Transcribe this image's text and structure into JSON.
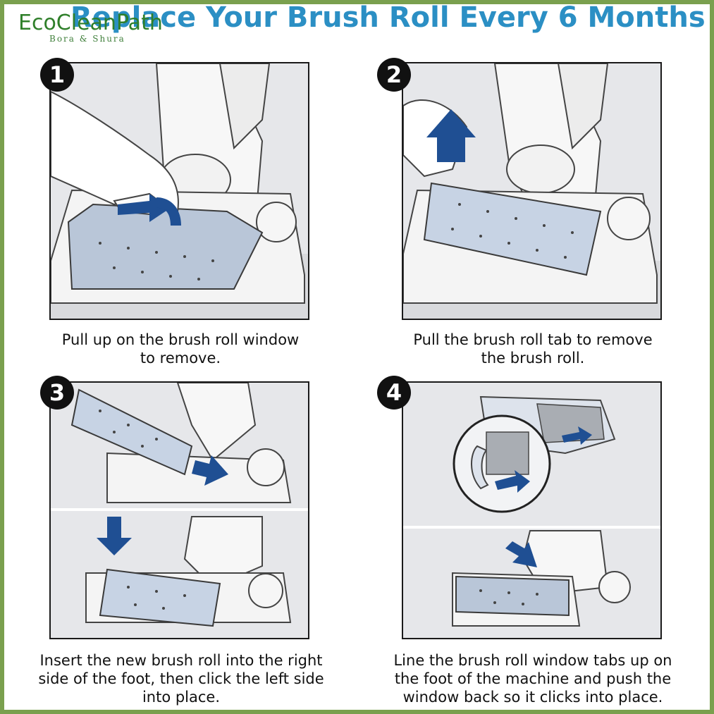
{
  "header": {
    "title": "Replace Your Brush Roll Every 6 Months",
    "logo_main": "EcoCleanPath",
    "logo_sub": "Bora & Shura"
  },
  "steps": [
    {
      "number": "1",
      "caption_line1": "Pull up on the brush roll window",
      "caption_line2": "to remove.",
      "caption_line3": ""
    },
    {
      "number": "2",
      "caption_line1": "Pull the brush roll tab to remove",
      "caption_line2": "the brush roll.",
      "caption_line3": ""
    },
    {
      "number": "3",
      "caption_line1": "Insert the new brush roll into the right",
      "caption_line2": "side of the foot, then click the left side",
      "caption_line3": "into place."
    },
    {
      "number": "4",
      "caption_line1": "Line the brush roll window tabs up on",
      "caption_line2": "the foot of the machine and push the",
      "caption_line3": "window back so it clicks into place."
    }
  ],
  "colors": {
    "frame": "#7aa04e",
    "title": "#2b8fc4",
    "arrow": "#1f4f93",
    "logo": "#2f7f2a"
  }
}
